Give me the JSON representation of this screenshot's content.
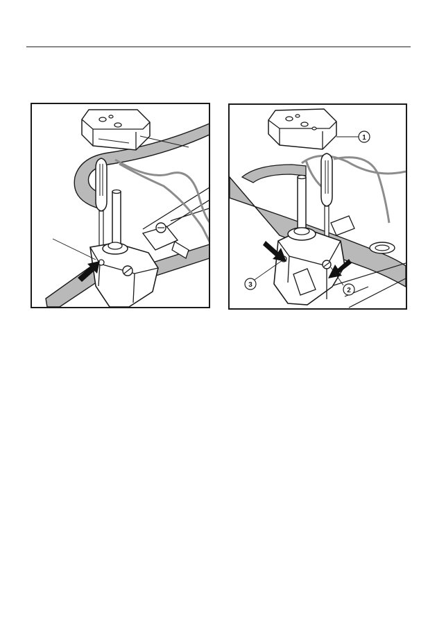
{
  "figures": {
    "left": {
      "name": "installation-step-left",
      "callouts": []
    },
    "right": {
      "name": "installation-step-right",
      "callouts": [
        {
          "id": "callout-1",
          "label": "1"
        },
        {
          "id": "callout-2",
          "label": "2"
        },
        {
          "id": "callout-3",
          "label": "3"
        }
      ]
    }
  },
  "colors": {
    "line": "#1a1a1a",
    "wire": "#8c8c8c",
    "pipe_fill": "#b9b9b9",
    "arrow": "#111111"
  }
}
